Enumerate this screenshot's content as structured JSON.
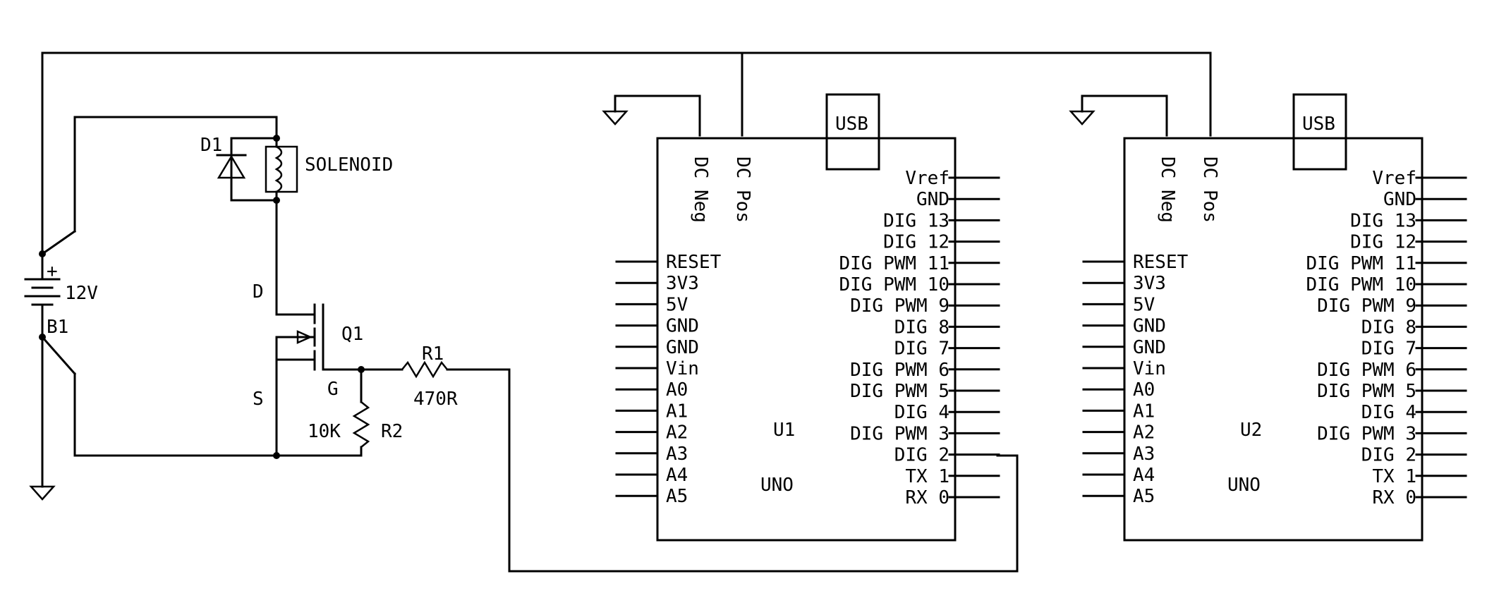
{
  "battery": {
    "ref": "B1",
    "value": "12V",
    "plus_sign": "+"
  },
  "diode": {
    "ref": "D1"
  },
  "solenoid": {
    "label": "SOLENOID"
  },
  "mosfet": {
    "ref": "Q1",
    "drain": "D",
    "gate": "G",
    "source": "S"
  },
  "r1": {
    "ref": "R1",
    "value": "470R"
  },
  "r2": {
    "ref": "R2",
    "value": "10K"
  },
  "boards": [
    {
      "ref": "U1",
      "model": "UNO",
      "usb": "USB",
      "top_pins": [
        "DC Neg",
        "DC Pos"
      ],
      "left_pins": [
        "RESET",
        "3V3",
        "5V",
        "GND",
        "GND",
        "Vin",
        "A0",
        "A1",
        "A2",
        "A3",
        "A4",
        "A5"
      ],
      "right_pins": [
        "Vref",
        "GND",
        "DIG 13",
        "DIG 12",
        "DIG PWM 11",
        "DIG PWM 10",
        "DIG PWM 9",
        "DIG 8",
        "DIG 7",
        "DIG PWM 6",
        "DIG PWM 5",
        "DIG 4",
        "DIG PWM 3",
        "DIG 2",
        "TX 1",
        "RX 0"
      ]
    },
    {
      "ref": "U2",
      "model": "UNO",
      "usb": "USB",
      "top_pins": [
        "DC Neg",
        "DC Pos"
      ],
      "left_pins": [
        "RESET",
        "3V3",
        "5V",
        "GND",
        "GND",
        "Vin",
        "A0",
        "A1",
        "A2",
        "A3",
        "A4",
        "A5"
      ],
      "right_pins": [
        "Vref",
        "GND",
        "DIG 13",
        "DIG 12",
        "DIG PWM 11",
        "DIG PWM 10",
        "DIG PWM 9",
        "DIG 8",
        "DIG 7",
        "DIG PWM 6",
        "DIG PWM 5",
        "DIG 4",
        "DIG PWM 3",
        "DIG 2",
        "TX 1",
        "RX 0"
      ]
    }
  ]
}
